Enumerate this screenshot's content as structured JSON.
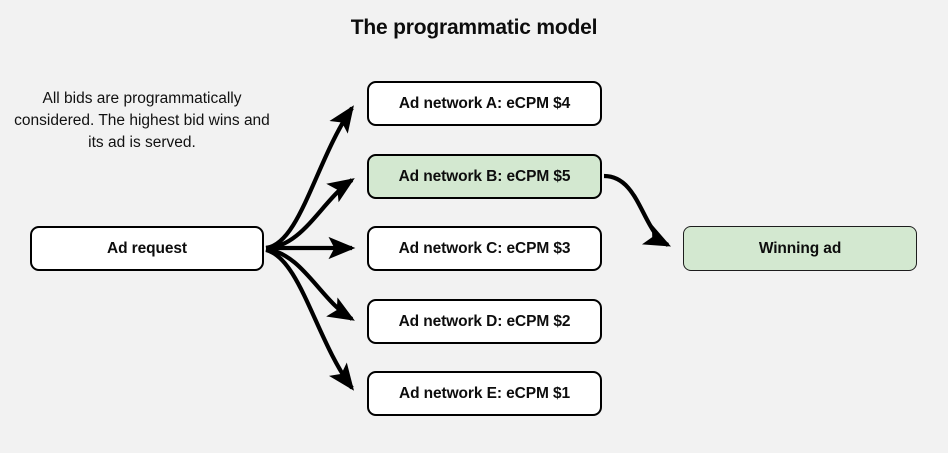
{
  "title": "The programmatic model",
  "caption": "All bids are programmatically considered. The highest bid wins and its ad is served.",
  "colors": {
    "background": "#f2f2f2",
    "node_fill": "#ffffff",
    "highlight_fill": "#d3e8d0",
    "stroke": "#000000",
    "text": "#0d0d0d"
  },
  "nodes": {
    "ad_request": {
      "label": "Ad request"
    },
    "network_a": {
      "label": "Ad network A: eCPM $4"
    },
    "network_b": {
      "label": "Ad network B: eCPM $5"
    },
    "network_c": {
      "label": "Ad network C: eCPM $3"
    },
    "network_d": {
      "label": "Ad network D: eCPM $2"
    },
    "network_e": {
      "label": "Ad network E: eCPM $1"
    },
    "winning_ad": {
      "label": "Winning ad"
    }
  },
  "edges": [
    {
      "from": "ad_request",
      "to": "network_a"
    },
    {
      "from": "ad_request",
      "to": "network_b"
    },
    {
      "from": "ad_request",
      "to": "network_c"
    },
    {
      "from": "ad_request",
      "to": "network_d"
    },
    {
      "from": "ad_request",
      "to": "network_e"
    },
    {
      "from": "network_b",
      "to": "winning_ad"
    }
  ]
}
